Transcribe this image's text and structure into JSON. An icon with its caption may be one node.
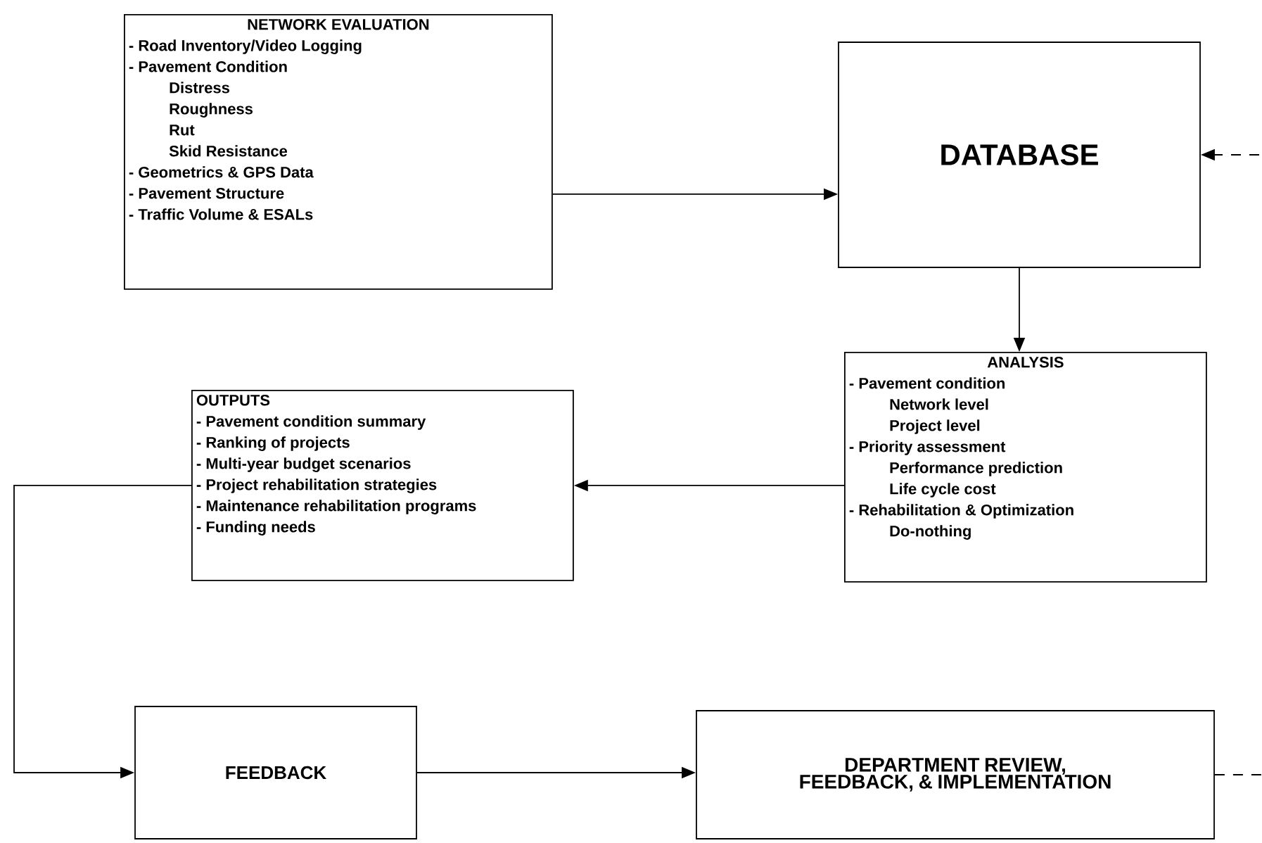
{
  "diagram": {
    "nodes": [
      {
        "text": [
          "NETWORK EVALUATION",
          "- Road Inventory/Video Logging",
          "- Pavement Condition",
          "Distress",
          "Roughness",
          "Rut",
          "Skid Resistance",
          "- Geometrics & GPS Data",
          "- Pavement Structure",
          "- Traffic Volume & ESALs"
        ]
      },
      {
        "text": [
          "DATABASE"
        ]
      },
      {
        "text": [
          "ANALYSIS",
          "- Pavement condition",
          "Network level",
          "Project level",
          "- Priority assessment",
          "Performance prediction",
          "Life cycle cost",
          "- Rehabilitation & Optimization",
          "Do-nothing"
        ]
      },
      {
        "text": [
          "OUTPUTS",
          "- Pavement condition summary",
          "- Ranking of projects",
          "- Multi-year budget scenarios",
          "- Project rehabilitation strategies",
          "- Maintenance rehabilitation programs",
          "- Funding needs"
        ]
      },
      {
        "text": [
          "FEEDBACK"
        ]
      },
      {
        "text": [
          "DEPARTMENT REVIEW, FEEDBACK, & IMPLEMENTATION"
        ]
      }
    ],
    "edges": [
      {
        "from": 0,
        "to": 1,
        "arrow": "to"
      },
      {
        "from": null,
        "to": 1,
        "arrow": "to",
        "style": "dashed"
      },
      {
        "from": 1,
        "to": 2,
        "arrow": "to"
      },
      {
        "from": 2,
        "to": 3,
        "arrow": "to"
      },
      {
        "from": 3,
        "to": 4,
        "arrow": "to"
      },
      {
        "from": 4,
        "to": 5,
        "arrow": "to"
      },
      {
        "from": 5,
        "to": null,
        "arrow": "none",
        "style": "dashed"
      }
    ]
  }
}
